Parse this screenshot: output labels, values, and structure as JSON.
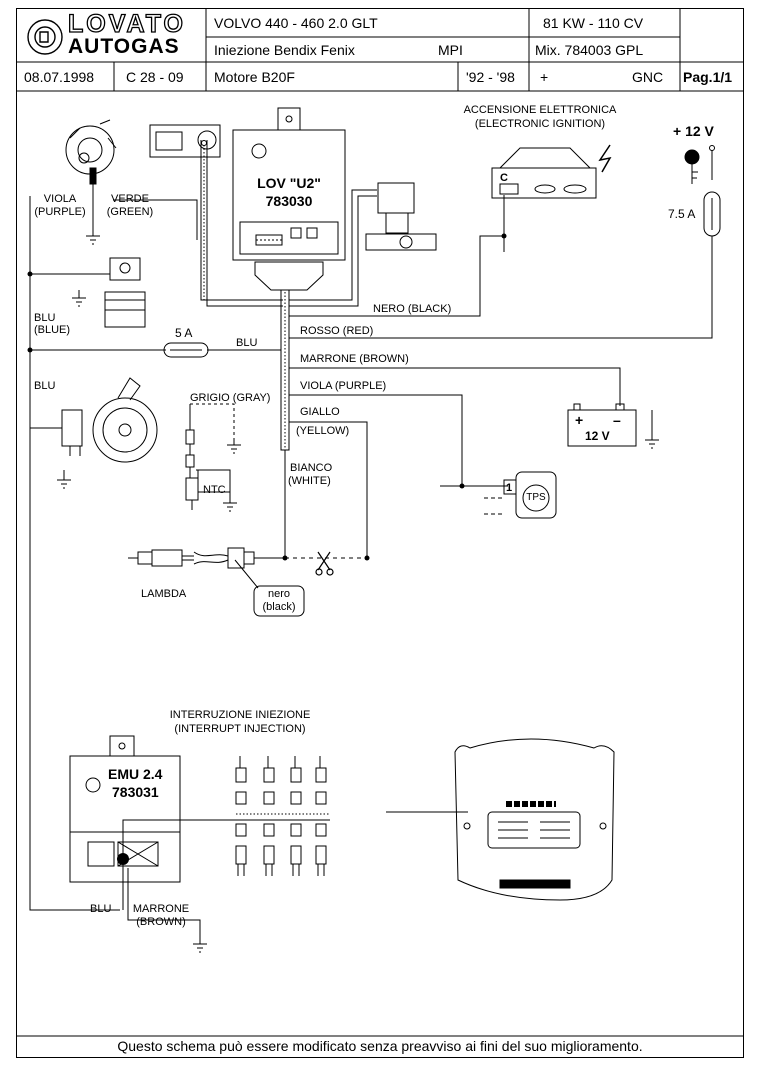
{
  "header": {
    "brand_top": "LOVATO",
    "brand_bottom": "AUTOGAS",
    "vehicle": "VOLVO  440 - 460  2.0  GLT",
    "power": "81 KW - 110 CV",
    "injection": "Iniezione  Bendix  Fenix",
    "injection_type": "MPI",
    "mixer": "Mix. 784003   GPL",
    "date": "08.07.1998",
    "code": "C 28 - 09",
    "engine": "Motore  B20F",
    "years": "'92 - '98",
    "plus": "+",
    "fuel2": "GNC",
    "page": "Pag.1/1"
  },
  "labels": {
    "ecu_name": "LOV \"U2\"",
    "ecu_code": "783030",
    "ignition_1": "ACCENSIONE ELETTRONICA",
    "ignition_2": "(ELECTRONIC IGNITION)",
    "ignition_c": "C",
    "plus12": "+ 12 V",
    "fuse75": "7.5 A",
    "viola_1": "VIOLA",
    "viola_2": "(PURPLE)",
    "verde_1": "VERDE",
    "verde_2": "(GREEN)",
    "blu_1": "BLU",
    "blu_2": "(BLUE)",
    "nero_black": "NERO (BLACK)",
    "rosso_red": "ROSSO (RED)",
    "fuse5": "5 A",
    "blu_mid": "BLU",
    "blu_left": "BLU",
    "marrone_brown": "MARRONE (BROWN)",
    "viola_purple": "VIOLA (PURPLE)",
    "grigio_gray": "GRIGIO (GRAY)",
    "giallo_1": "GIALLO",
    "giallo_2": "(YELLOW)",
    "bianco_1": "BIANCO",
    "bianco_2": "(WHITE)",
    "ntc": "NTC",
    "battery_plus": "+",
    "battery_minus": "–",
    "battery_v": "12 V",
    "tps": "TPS",
    "tps_pin": "1",
    "lambda": "LAMBDA",
    "nero_1": "nero",
    "nero_2": "(black)",
    "interrupt_1": "INTERRUZIONE INIEZIONE",
    "interrupt_2": "(INTERRUPT INJECTION)",
    "emu_name": "EMU 2.4",
    "emu_code": "783031",
    "blu_bottom": "BLU",
    "marrone_1": "MARRONE",
    "marrone_2": "(BROWN)"
  },
  "footer": "Questo schema può essere modificato senza preavviso ai fini del suo miglioramento."
}
